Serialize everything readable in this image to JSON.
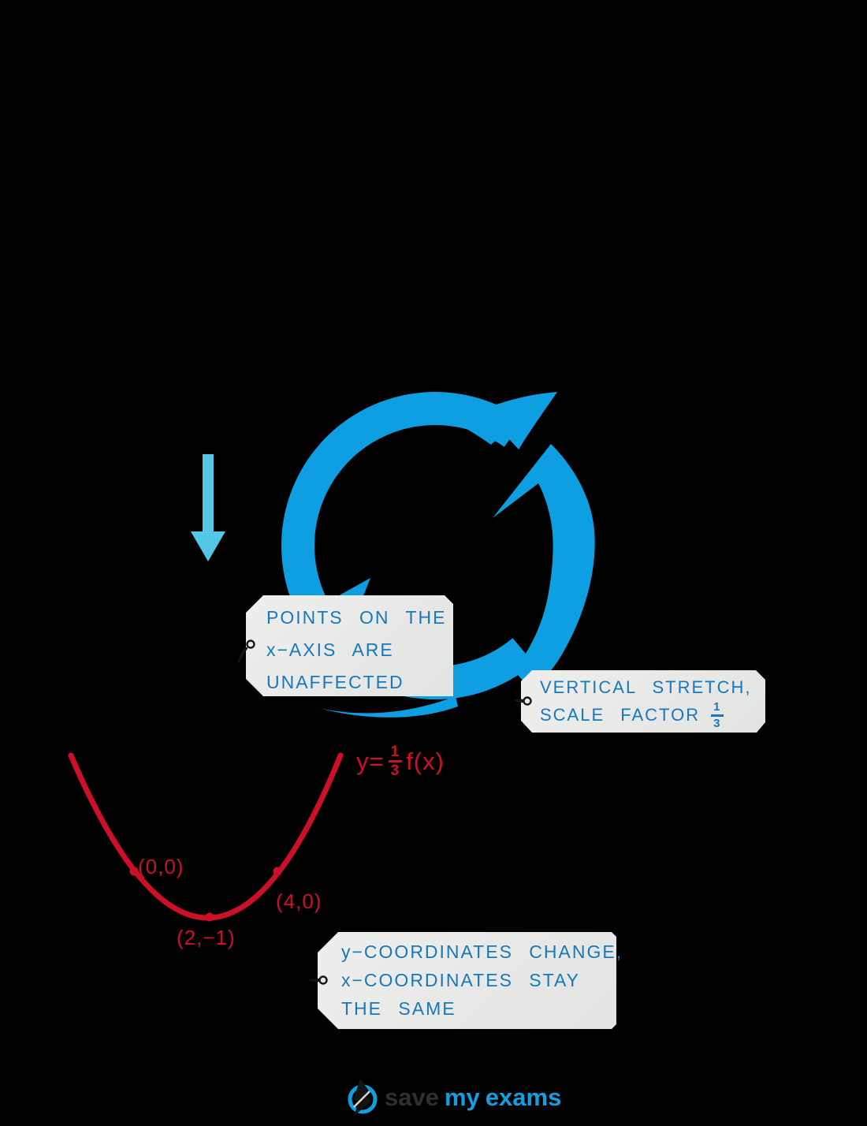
{
  "colors": {
    "background": "#000000",
    "cycle_arrow_blue": "#0d9fe2",
    "down_arrow_blue": "#54c7e7",
    "curve_red": "#cb1028",
    "tag_background": "#e8e9e7",
    "tag_text_blue": "#1878bc",
    "logo_dark": "#2f2f2f",
    "logo_blue": "#129fe1"
  },
  "icons": {
    "cycle": "cycle-arrow",
    "down": "down-arrow",
    "pin": "pin-tack",
    "bolt": "lightning-bolt"
  },
  "tags": {
    "points": {
      "lines": [
        "POINTS ON THE",
        "x−AXIS ARE",
        "UNAFFECTED"
      ]
    },
    "stretch": {
      "line1": "VERTICAL STRETCH,",
      "line2": "SCALE FACTOR",
      "fraction_numerator": "1",
      "fraction_denominator": "3"
    },
    "coords": {
      "lines": [
        "y−COORDINATES CHANGE,",
        "x−COORDINATES STAY",
        "THE SAME"
      ]
    }
  },
  "curve": {
    "equation": {
      "lhs": "y=",
      "fraction_numerator": "1",
      "fraction_denominator": "3",
      "rhs": "f(x)"
    },
    "points": [
      {
        "label": "(0,0)"
      },
      {
        "label": "(2,−1)"
      },
      {
        "label": "(4,0)"
      }
    ]
  },
  "logo": {
    "word1": "save",
    "word2": "my",
    "word3": "exams"
  }
}
